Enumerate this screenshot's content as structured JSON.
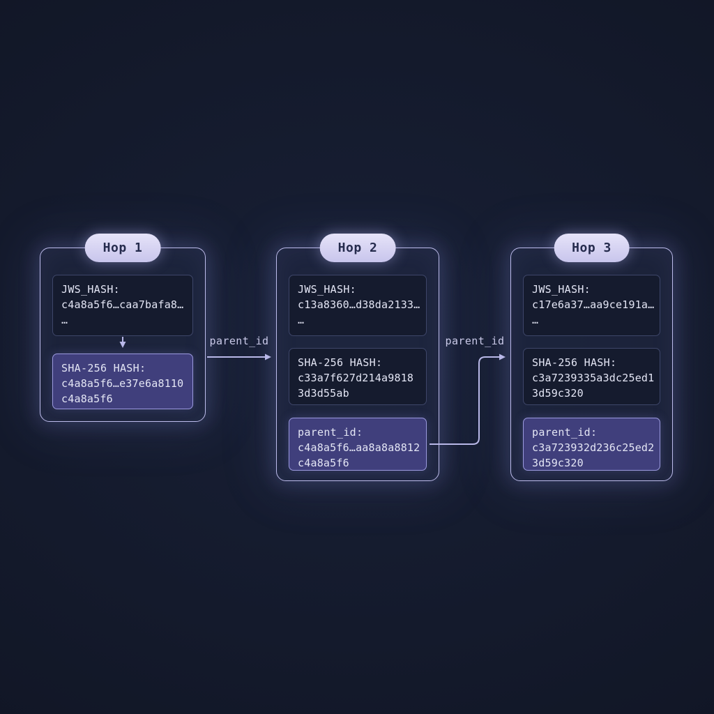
{
  "hops": [
    {
      "label": "Hop 1",
      "boxes": [
        {
          "title": "JWS_HASH:",
          "lines": [
            "c4a8a5f6…caa7bafa8…",
            "…"
          ],
          "highlight": false
        },
        {
          "title": "SHA-256 HASH:",
          "lines": [
            "c4a8a5f6…e37e6a8110",
            "c4a8a5f6"
          ],
          "highlight": true
        }
      ]
    },
    {
      "label": "Hop 2",
      "boxes": [
        {
          "title": "JWS_HASH:",
          "lines": [
            "c13a8360…d38da2133…",
            "…"
          ],
          "highlight": false
        },
        {
          "title": "SHA-256 HASH:",
          "lines": [
            "c33a7f627d214a9818",
            "3d3d55ab"
          ],
          "highlight": false
        },
        {
          "title": "parent_id:",
          "lines": [
            "c4a8a5f6…aa8a8a8812",
            "c4a8a5f6"
          ],
          "highlight": true
        }
      ]
    },
    {
      "label": "Hop 3",
      "boxes": [
        {
          "title": "JWS_HASH:",
          "lines": [
            "c17e6a37…aa9ce191a…",
            "…"
          ],
          "highlight": false
        },
        {
          "title": "SHA-256 HASH:",
          "lines": [
            "c3a7239335a3dc25ed1",
            "3d59c320"
          ],
          "highlight": false
        },
        {
          "title": "parent_id:",
          "lines": [
            "c3a723932d236c25ed2",
            "3d59c320"
          ],
          "highlight": true
        }
      ]
    }
  ],
  "connectors": [
    {
      "label": "parent_id"
    },
    {
      "label": "parent_id"
    }
  ],
  "colors": {
    "background": "#131827",
    "card_border": "#bdbcec",
    "pill_fill": "#d6d3f2",
    "pill_text": "#252b4d",
    "box_background": "#151b2e",
    "box_border": "#3e4669",
    "highlight_fill": "#403f7c",
    "highlight_border": "#9b9ade",
    "text": "#e4e6f5",
    "connector": "#b9b8e8"
  }
}
